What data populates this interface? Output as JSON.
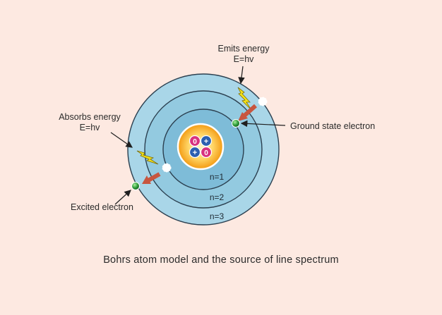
{
  "labels": {
    "emits": {
      "line1": "Emits energy",
      "line2": "E=hv"
    },
    "absorbs": {
      "line1": "Absorbs energy",
      "line2": "E=hv"
    },
    "ground_state": "Ground state electron",
    "excited": "Excited electron"
  },
  "orbits": [
    "n=1",
    "n=2",
    "n=3"
  ],
  "nucleus": {
    "particles": [
      {
        "symbol": "0",
        "color": "#d8327f"
      },
      {
        "symbol": "+",
        "color": "#2b5fb0"
      },
      {
        "symbol": "+",
        "color": "#2b5fb0"
      },
      {
        "symbol": "0",
        "color": "#d8327f"
      }
    ]
  },
  "caption": "Bohrs atom model and the source of line spectrum",
  "colors": {
    "background": "#fde9e1",
    "shell_outer": "#a9d6e8",
    "shell_mid": "#93cae0",
    "shell_inner": "#7ebcd8",
    "core": "#f7a21a",
    "electron": "#2a9a3a",
    "arrow": "#c8563f",
    "photon": "#f4e21a"
  }
}
